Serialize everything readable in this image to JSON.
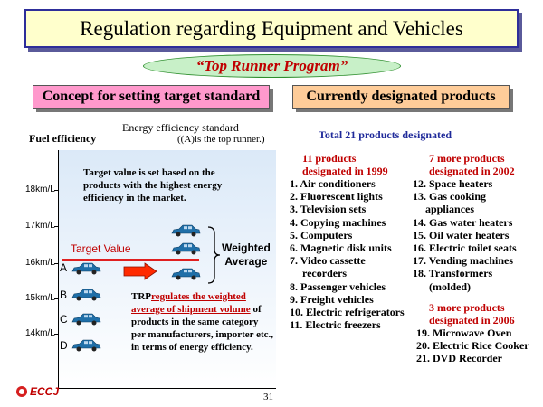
{
  "title": "Regulation regarding Equipment and Vehicles",
  "program": "“Top Runner Program”",
  "concept_heading": "Concept for setting target standard",
  "products_heading": "Currently designated products",
  "diagram": {
    "y_axis_label": "Fuel efficiency",
    "standard_line1": "Energy efficiency standard",
    "standard_line2": "((A)is  the top runner.)",
    "y_ticks": [
      "18km/L",
      "17km/L",
      "16km/L",
      "15km/L",
      "14km/L"
    ],
    "target_note": "Target value is set based on the products with the highest energy efficiency in the market.",
    "target_value_label": "Target Value",
    "ranks": [
      "A",
      "B",
      "C",
      "D"
    ],
    "weighted_line1": "Weighted",
    "weighted_line2": "Average",
    "trp_prefix": "TRP",
    "trp_red": "regulates the weighted average of shipment volume",
    "trp_rest": " of products in the same category per manufacturers, importer etc., in terms of energy efficiency."
  },
  "products": {
    "total": "Total 21 products  designated",
    "group1_head_line1": "11 products",
    "group1_head_line2": "designated in 1999",
    "group1": [
      "1. Air conditioners",
      "2. Fluorescent lights",
      "3. Television sets",
      "4. Copying machines",
      "5. Computers",
      "6. Magnetic disk units",
      "7. Video cassette",
      "recorders",
      "8. Passenger vehicles",
      "9. Freight vehicles",
      "10. Electric refrigerators",
      "11. Electric freezers"
    ],
    "group2_head_line1": "7 more products",
    "group2_head_line2": "designated in 2002",
    "group2": [
      "12. Space heaters",
      "13. Gas cooking",
      "appliances",
      "14. Gas water heaters",
      "15. Oil water heaters",
      "16. Electric toilet seats",
      "17. Vending machines",
      "18. Transformers",
      "(molded)"
    ],
    "group3_head_line1": "3 more products",
    "group3_head_line2": "designated in 2006",
    "group3": [
      "19. Microwave Oven",
      "20. Electric Rice Cooker",
      "21. DVD Recorder"
    ]
  },
  "footer": {
    "logo": "ECCJ",
    "page": "31"
  },
  "colors": {
    "car": "#1f6fa8",
    "target_line": "#e02020",
    "arrow": "#ff2a00",
    "accent_red": "#c00000",
    "accent_blue": "#1f2a9a"
  }
}
